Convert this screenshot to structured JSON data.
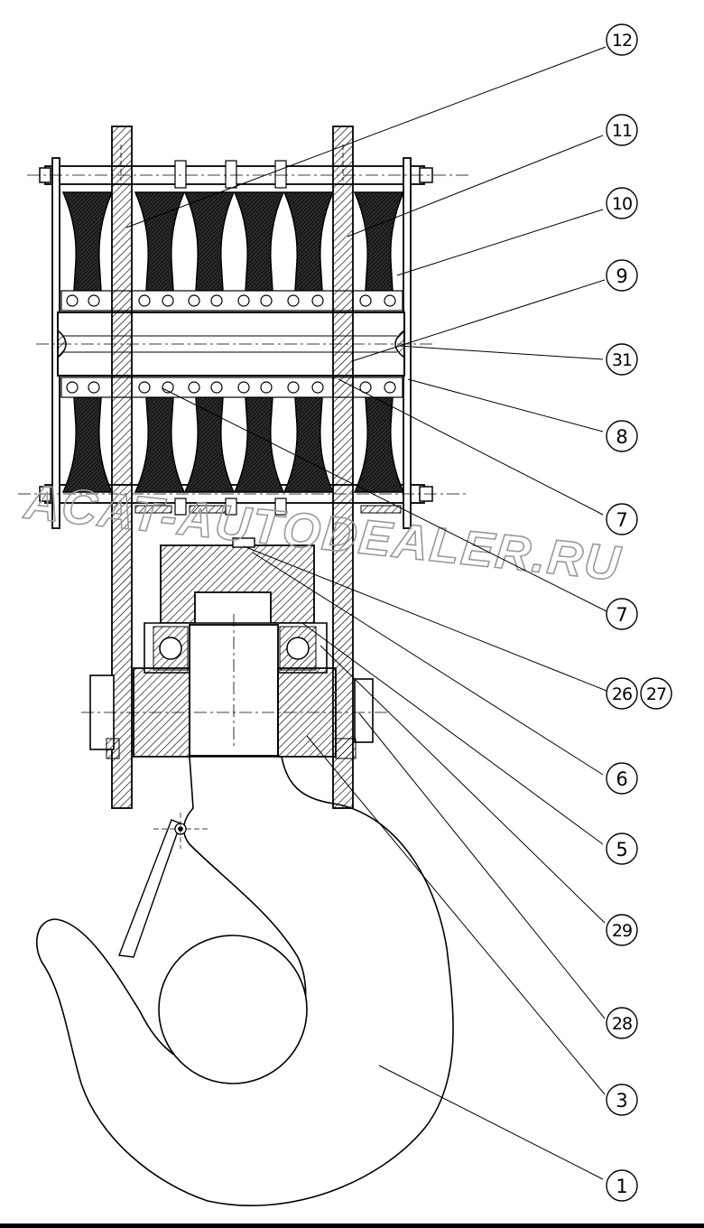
{
  "watermark": "ACAT-AUTODEALER.RU",
  "callouts": [
    {
      "id": "c12",
      "label": "12"
    },
    {
      "id": "c11",
      "label": "11"
    },
    {
      "id": "c10",
      "label": "10"
    },
    {
      "id": "c9",
      "label": "9"
    },
    {
      "id": "c31",
      "label": "31"
    },
    {
      "id": "c8",
      "label": "8"
    },
    {
      "id": "c7a",
      "label": "7"
    },
    {
      "id": "c7b",
      "label": "7"
    },
    {
      "id": "c26",
      "label": "26"
    },
    {
      "id": "c27",
      "label": "27"
    },
    {
      "id": "c6",
      "label": "6"
    },
    {
      "id": "c5",
      "label": "5"
    },
    {
      "id": "c29",
      "label": "29"
    },
    {
      "id": "c28",
      "label": "28"
    },
    {
      "id": "c3",
      "label": "3"
    },
    {
      "id": "c1",
      "label": "1"
    }
  ]
}
